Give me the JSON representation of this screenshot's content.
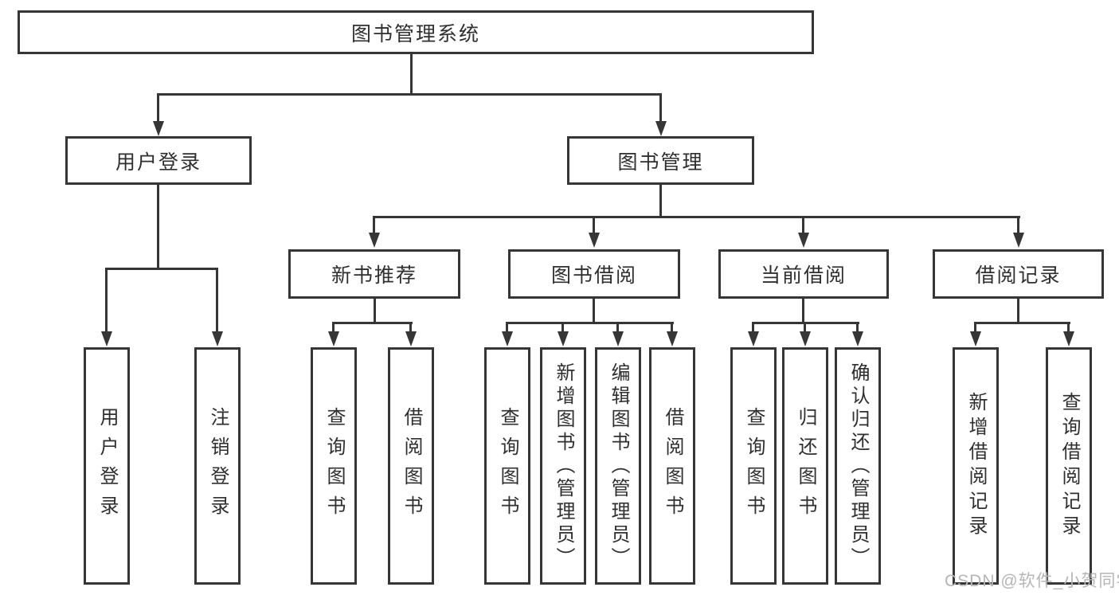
{
  "colors": {
    "line": "#363636",
    "text": "#2f2f2f",
    "watermark": "#b6b6b6",
    "background": "#ffffff"
  },
  "watermark": {
    "text": "CSDN @软件_小贺同学"
  },
  "tree": {
    "root": {
      "label": "图书管理系统",
      "children": [
        {
          "label": "用户登录",
          "children": [
            {
              "label": "用户登录"
            },
            {
              "label": "注销登录"
            }
          ]
        },
        {
          "label": "图书管理",
          "children": [
            {
              "label": "新书推荐",
              "children": [
                {
                  "label": "查询图书"
                },
                {
                  "label": "借阅图书"
                }
              ]
            },
            {
              "label": "图书借阅",
              "children": [
                {
                  "label": "查询图书"
                },
                {
                  "label": "新增图书（管理员）"
                },
                {
                  "label": "编辑图书（管理员）"
                },
                {
                  "label": "借阅图书"
                }
              ]
            },
            {
              "label": "当前借阅",
              "children": [
                {
                  "label": "查询图书"
                },
                {
                  "label": "归还图书"
                },
                {
                  "label": "确认归还（管理员）"
                }
              ]
            },
            {
              "label": "借阅记录",
              "children": [
                {
                  "label": "新增借阅记录"
                },
                {
                  "label": "查询借阅记录"
                }
              ]
            }
          ]
        }
      ]
    }
  }
}
